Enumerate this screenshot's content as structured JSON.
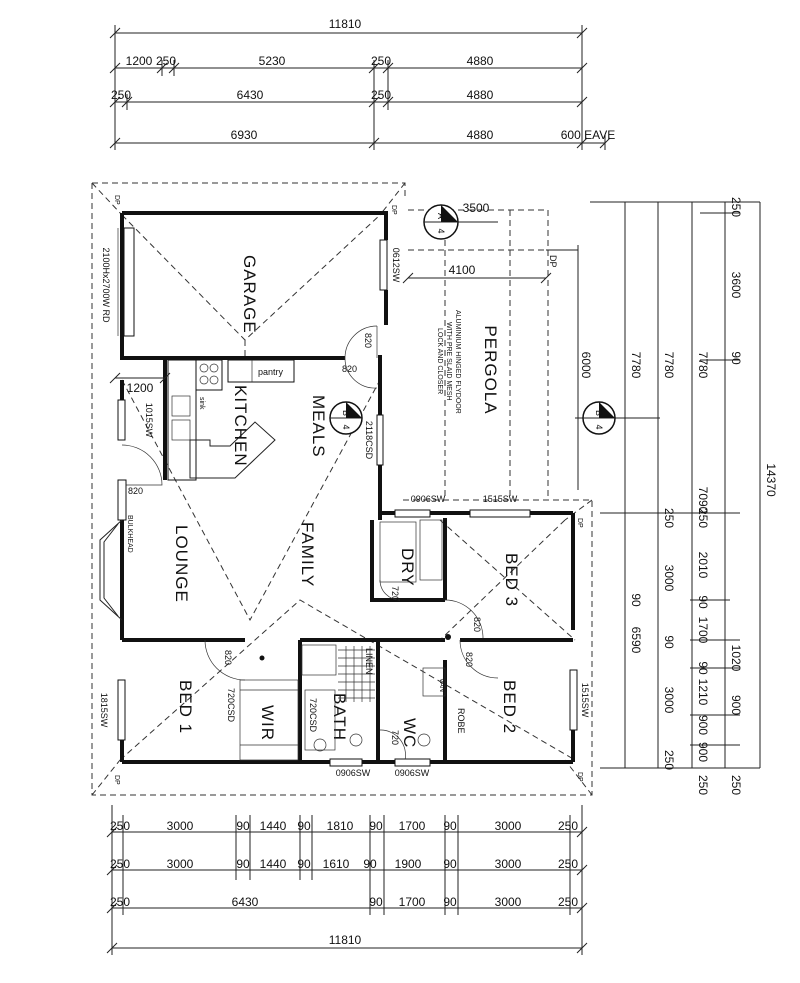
{
  "rooms": {
    "garage": "GARAGE",
    "kitchen": "KITCHEN",
    "meals": "MEALS",
    "lounge": "LOUNGE",
    "family": "FAMILY",
    "bed1": "BED 1",
    "bed2": "BED 2",
    "bed3": "BED 3",
    "wir": "WIR",
    "bath": "BATH",
    "wc": "WC",
    "dry": "DRY",
    "pergola": "PERGOLA",
    "linen": "LINEN",
    "robe": "ROBE",
    "pantry": "pantry",
    "sink": "sink",
    "bulkhead": "BULKHEAD",
    "van": "VAN"
  },
  "notes": {
    "pergola_note_1": "ALUMINIUM HINGED FLYDOOR",
    "pergola_note_2": "WITH PRE SLAID MESH",
    "pergola_note_3": "LOCK AND CLOSER",
    "garage_door": "2100Hx2700W RD",
    "eave": "600 EAVE"
  },
  "section_markers": [
    {
      "letter": "A",
      "sheet": "4"
    },
    {
      "letter": "B",
      "sheet": "4"
    },
    {
      "letter": "B",
      "sheet": "4"
    }
  ],
  "windows": {
    "w_0612": "0612SW",
    "w_1015": "1015SW",
    "w_0906_top": "0906SW",
    "w_1515_top": "1515SW",
    "w_1815": "1815SW",
    "w_1515_right": "1515SW",
    "w_0906_bot1": "0906SW",
    "w_0906_bot2": "0906SW",
    "w_2118": "2118CSD",
    "w_720_bed1": "720CSD",
    "w_720_bath": "720CSD",
    "d_820_garage": "820",
    "d_820_meals": "820",
    "d_820_lounge": "820",
    "d_820_bed1": "820",
    "d_820_bed3": "820",
    "d_720_dry": "720",
    "d_720_wc": "720",
    "d_820_bed2": "820"
  },
  "markers": {
    "dp": "DP"
  },
  "top_dims": {
    "overall": "11810",
    "row1": [
      "1200",
      "250",
      "5230",
      "250",
      "4880"
    ],
    "row2": [
      "250",
      "6430",
      "250",
      "4880"
    ],
    "row3": [
      "6930",
      "4880",
      "600 EAVE"
    ]
  },
  "top_right_dims": {
    "pergola_w": "3500",
    "pergola_inner": "4100",
    "pergola_h": "6000"
  },
  "left_dims": {
    "d1200": "1200"
  },
  "bottom_dims": {
    "row1": [
      "250",
      "3000",
      "90",
      "1440",
      "90",
      "1810",
      "90",
      "1700",
      "90",
      "3000",
      "250"
    ],
    "row2": [
      "250",
      "3000",
      "90",
      "1440",
      "90",
      "1610",
      "90",
      "1900",
      "90",
      "3000",
      "250"
    ],
    "row3": [
      "250",
      "6430",
      "90",
      "1700",
      "90",
      "3000",
      "250"
    ],
    "overall": "11810"
  },
  "right_dims": {
    "col1": [
      "7780",
      "6590"
    ],
    "col2": [
      "7780",
      "250",
      "3000",
      "90",
      "3000",
      "250"
    ],
    "col3": [
      "7780",
      "7090",
      "250",
      "2010",
      "90",
      "1700",
      "90",
      "1210",
      "900",
      "900"
    ],
    "col4": [
      "250",
      "3600",
      "90",
      "1020",
      "900",
      "250"
    ],
    "overall": "14370",
    "col1_extra": "250",
    "col1_extra2": "90"
  }
}
